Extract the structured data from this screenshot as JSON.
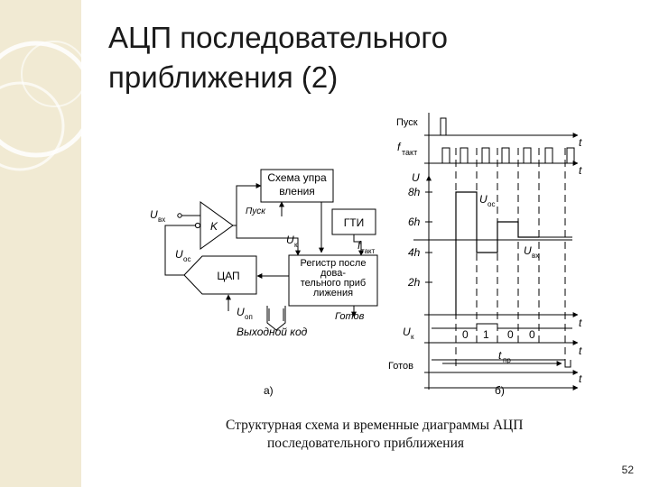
{
  "slide": {
    "title_line1": "АЦП последовательного",
    "title_line2": "приближения (2)",
    "page_number": "52"
  },
  "figure": {
    "caption_line1": "Структурная схема и временные диаграммы АЦП",
    "caption_line2": "последовательного приближения",
    "label_a": "а)",
    "label_b": "б)"
  },
  "block_diagram": {
    "control_circuit_1": "Схема упра",
    "control_circuit_2": "вления",
    "clock_gen": "ГТИ",
    "comparator": "K",
    "dac": "ЦАП",
    "register_1": "Регистр после",
    "register_2": "дова-",
    "register_3": "тельного приб",
    "register_4": "лижения",
    "start": "Пуск",
    "ready": "Готов",
    "output_code": "Выходной код",
    "u_main": "U",
    "sub_in": "вх",
    "sub_fb": "ос",
    "sub_k": "к",
    "sub_ref": "оп",
    "f_main": "f",
    "sub_clock": "такт"
  },
  "timing_diagram": {
    "start": "Пуск",
    "f_main": "f",
    "sub_clock": "такт",
    "t": "t",
    "u_axis": "U",
    "level_8h": "8h",
    "level_6h": "6h",
    "level_4h": "4h",
    "level_2h": "2h",
    "u_main": "U",
    "sub_fb": "ос",
    "sub_in": "вх",
    "sub_k": "к",
    "bits": [
      "0",
      "1",
      "0",
      "0"
    ],
    "ready": "Готов",
    "t_main": "t",
    "sub_conv": "пр"
  }
}
